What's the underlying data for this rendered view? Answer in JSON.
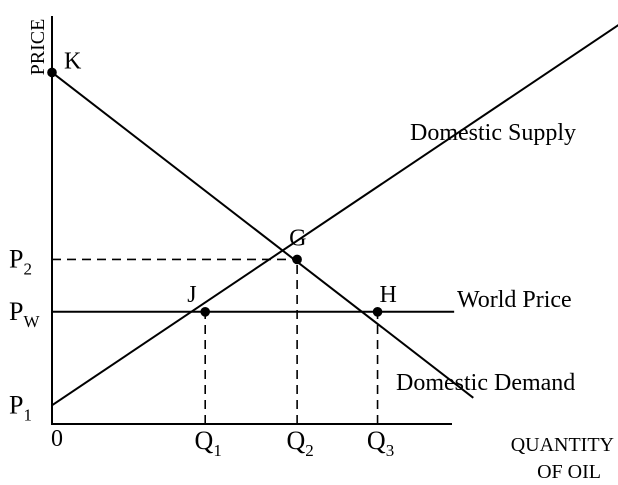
{
  "chart_data": {
    "type": "line",
    "title": "",
    "ylabel": "PRICE",
    "xlabel_line1": "QUANTITY",
    "xlabel_line2": "OF OIL",
    "origin_label": "0",
    "y_ticks": [
      {
        "id": "p2",
        "base": "P",
        "sub": "2",
        "value": 0.44
      },
      {
        "id": "pw",
        "base": "P",
        "sub": "W",
        "value": 0.3
      },
      {
        "id": "p1",
        "base": "P",
        "sub": "1",
        "value": 0.05
      }
    ],
    "x_ticks": [
      {
        "id": "q1",
        "base": "Q",
        "sub": "1",
        "value": 0.4
      },
      {
        "id": "q2",
        "base": "Q",
        "sub": "2",
        "value": 0.64
      },
      {
        "id": "q3",
        "base": "Q",
        "sub": "3",
        "value": 0.85
      }
    ],
    "series": [
      {
        "id": "supply",
        "name": "Domestic Supply",
        "x": [
          0,
          1.6
        ],
        "y": [
          0.05,
          1.15
        ]
      },
      {
        "id": "demand",
        "name": "Domestic Demand",
        "x": [
          0,
          1.1
        ],
        "y": [
          0.94,
          0.07
        ]
      },
      {
        "id": "world",
        "name": "World Price",
        "x": [
          0,
          1.05
        ],
        "y": [
          0.3,
          0.3
        ]
      }
    ],
    "points": [
      {
        "id": "k",
        "label": "K",
        "x": 0,
        "y": 0.94
      },
      {
        "id": "g",
        "label": "G",
        "x": 0.64,
        "y": 0.44
      },
      {
        "id": "j",
        "label": "J",
        "x": 0.4,
        "y": 0.3
      },
      {
        "id": "h",
        "label": "H",
        "x": 0.85,
        "y": 0.3
      }
    ],
    "guides": [
      {
        "id": "p2-guide",
        "from": [
          0,
          0.44
        ],
        "to": [
          0.64,
          0.44
        ]
      },
      {
        "id": "q2-guide",
        "from": [
          0.64,
          0
        ],
        "to": [
          0.64,
          0.44
        ]
      },
      {
        "id": "q1-guide",
        "from": [
          0.4,
          0
        ],
        "to": [
          0.4,
          0.3
        ]
      },
      {
        "id": "q3-guide",
        "from": [
          0.85,
          0
        ],
        "to": [
          0.85,
          0.3
        ]
      }
    ],
    "xlim": [
      0,
      1.6
    ],
    "ylim": [
      0,
      1.15
    ],
    "grid": false
  }
}
